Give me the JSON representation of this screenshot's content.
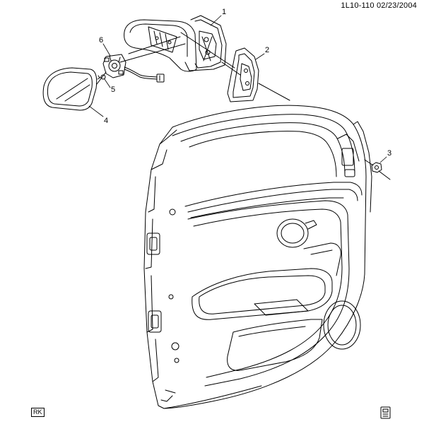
{
  "header": {
    "illustration_code": "1L10-110",
    "date": "02/23/2004"
  },
  "callouts": {
    "c1": "1",
    "c2": "2",
    "c3": "3",
    "c4": "4",
    "c5": "5",
    "c6": "6"
  },
  "footer": {
    "tag": "RK",
    "icon": "book-icon"
  },
  "colors": {
    "line": "#000000",
    "background": "#ffffff"
  }
}
